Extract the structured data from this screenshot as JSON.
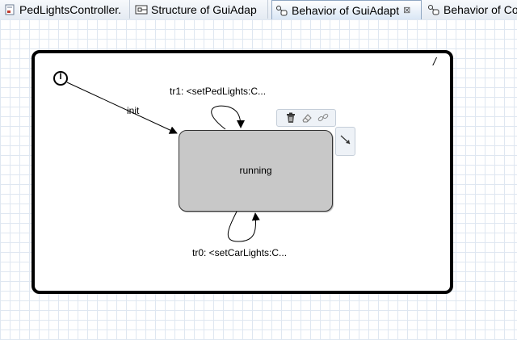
{
  "tabs": [
    {
      "label": "PedLightsController.",
      "icon": "diagram-file-icon",
      "active": false
    },
    {
      "label": "Structure of GuiAdap",
      "icon": "structure-icon",
      "active": false
    },
    {
      "label": "Behavior of GuiAdapt",
      "icon": "behavior-icon",
      "active": true,
      "close": "⊠"
    },
    {
      "label": "Behavior of Co",
      "icon": "behavior-icon",
      "active": false
    }
  ],
  "diagram": {
    "statemachine_label": "/",
    "initial_marker": "I",
    "state_name": "running",
    "transitions": {
      "init": "init",
      "tr1": "tr1: <setPedLights:C...",
      "tr0": "tr0: <setCarLights:C..."
    }
  },
  "toolbox": {
    "tools": [
      "delete-icon",
      "erase-icon",
      "link-icon"
    ],
    "connector": "create-transition-icon"
  }
}
